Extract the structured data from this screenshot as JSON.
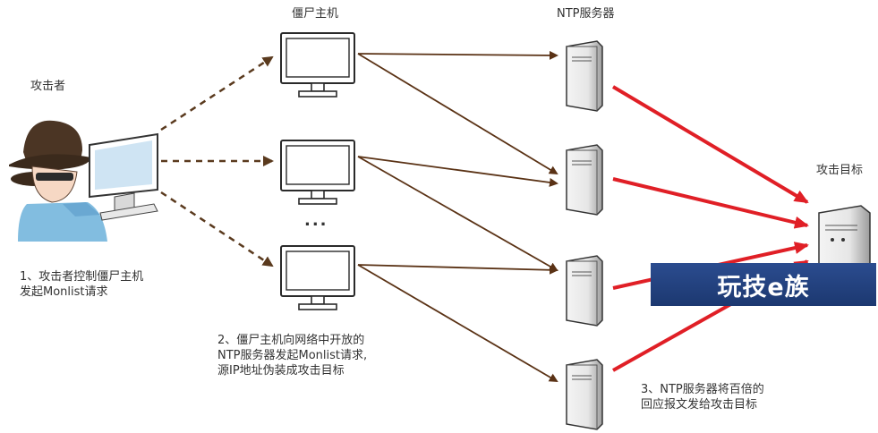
{
  "labels": {
    "zombie_hosts": "僵尸主机",
    "ntp_servers": "NTP服务器",
    "attacker": "攻击者",
    "target": "攻击目标",
    "ellipsis": "..."
  },
  "steps": {
    "step1": [
      "1、攻击者控制僵尸主机",
      "发起Monlist请求"
    ],
    "step2": [
      "2、僵尸主机向网络中开放的",
      "NTP服务器发起Monlist请求,",
      "源IP地址伪装成攻击目标"
    ],
    "step3": [
      "3、NTP服务器将百倍的",
      "回应报文发给攻击目标"
    ]
  },
  "watermark": "玩技e族",
  "colors": {
    "dashed_arrow": "#5a3a1e",
    "request_arrow": "#5a3215",
    "response_arrow": "#e01f26",
    "watermark_bg": "#23417e"
  }
}
